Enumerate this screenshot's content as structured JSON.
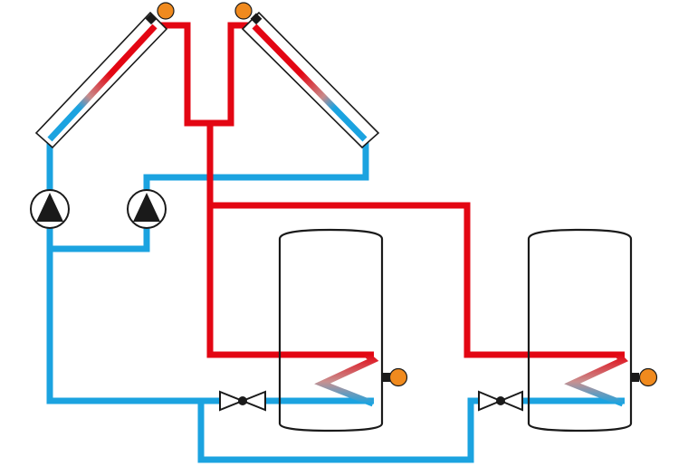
{
  "colors": {
    "hot": "#e30613",
    "cold": "#1ba3e0",
    "outline": "#1a1a1a",
    "sensor": "#f08a1e",
    "background": "#ffffff"
  },
  "components": {
    "collectors": [
      {
        "id": "collector-left",
        "icon": "solar-collector-icon"
      },
      {
        "id": "collector-right",
        "icon": "solar-collector-icon"
      }
    ],
    "pumps": [
      {
        "id": "pump-1",
        "icon": "circulation-pump-icon"
      },
      {
        "id": "pump-2",
        "icon": "circulation-pump-icon"
      }
    ],
    "tanks": [
      {
        "id": "storage-tank-1",
        "icon": "storage-tank-icon"
      },
      {
        "id": "storage-tank-2",
        "icon": "storage-tank-icon"
      }
    ],
    "valves": [
      {
        "id": "valve-1",
        "icon": "two-way-valve-icon"
      },
      {
        "id": "valve-2",
        "icon": "two-way-valve-icon"
      }
    ],
    "sensors": [
      {
        "id": "sensor-collector-left",
        "icon": "temperature-sensor-icon"
      },
      {
        "id": "sensor-collector-right",
        "icon": "temperature-sensor-icon"
      },
      {
        "id": "sensor-tank-1",
        "icon": "temperature-sensor-icon"
      },
      {
        "id": "sensor-tank-2",
        "icon": "temperature-sensor-icon"
      }
    ]
  }
}
